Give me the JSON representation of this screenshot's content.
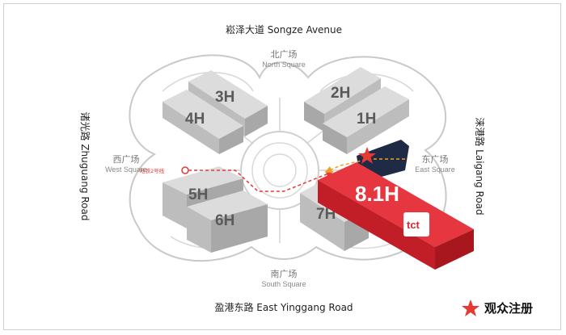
{
  "roads": {
    "north": "崧泽大道 Songze Avenue",
    "south": "盈港东路 East Yinggang Road",
    "west": "诸光路 Zhuguang Road",
    "east": "涞港路 Laigang Road"
  },
  "squares": {
    "north": {
      "cn": "北广场",
      "en": "North Square"
    },
    "south": {
      "cn": "南广场",
      "en": "South Square"
    },
    "west": {
      "cn": "西广场",
      "en": "West Square"
    },
    "east": {
      "cn": "东广场",
      "en": "East Square"
    }
  },
  "halls": [
    "3H",
    "4H",
    "2H",
    "1H",
    "5H",
    "6H",
    "7H",
    "8.1H"
  ],
  "highlight_hall": "8.1H",
  "metro_label": "地铁2号线",
  "brand_badge": "tct",
  "legend": {
    "label": "观众注册",
    "icon": "star-icon"
  },
  "colors": {
    "hall_gray": "#bdbdbd",
    "highlight_red": "#d8262f",
    "route_red": "#e53935",
    "route_orange": "#f0a020",
    "dark_navy": "#1f2a44"
  }
}
